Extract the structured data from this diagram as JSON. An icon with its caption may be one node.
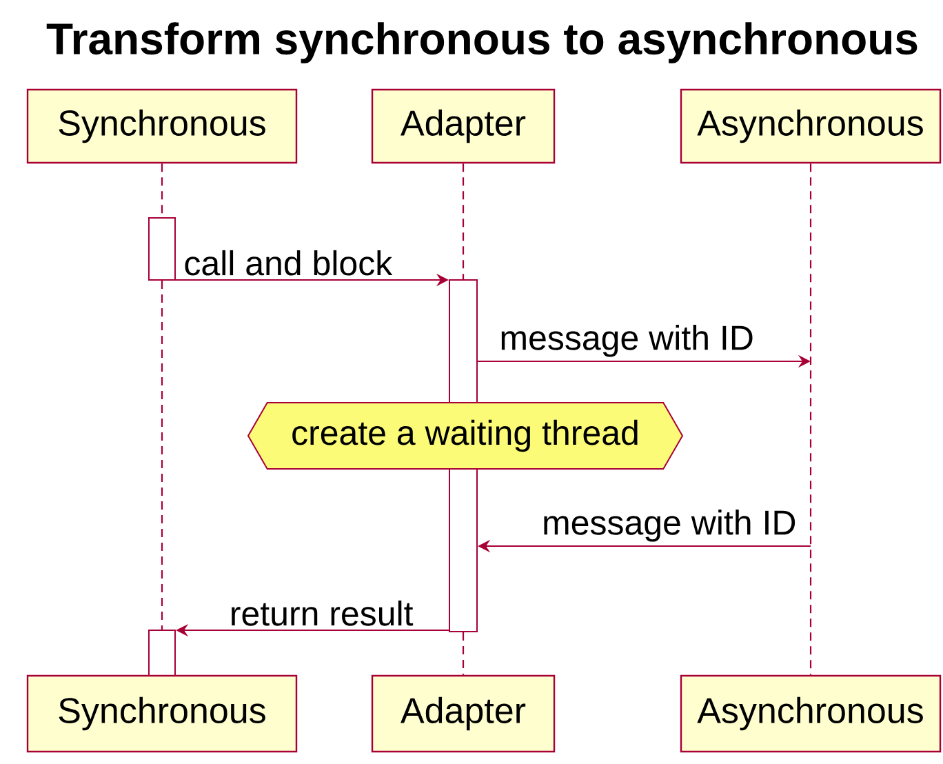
{
  "diagram": {
    "title": "Transform synchronous to asynchronous",
    "nodes": [
      {
        "text": [
          "Synchronous"
        ]
      },
      {
        "text": [
          "Adapter"
        ]
      },
      {
        "text": [
          "Asynchronous"
        ]
      },
      {
        "text": [],
        "shape": "bar"
      },
      {
        "text": [],
        "shape": "bar"
      },
      {
        "text": [
          "create a waiting thread"
        ]
      },
      {
        "text": [],
        "shape": "bar"
      },
      {
        "text": [],
        "shape": "bar"
      },
      {
        "text": [
          "Synchronous"
        ]
      },
      {
        "text": [
          "Adapter"
        ]
      },
      {
        "text": [
          "Asynchronous"
        ]
      }
    ],
    "edges": [
      {
        "from": 0,
        "to": 3,
        "arrow": "none",
        "style": "dashed"
      },
      {
        "from": 3,
        "to": 7,
        "arrow": "none",
        "style": "dashed"
      },
      {
        "from": 1,
        "to": 4,
        "arrow": "none",
        "style": "dashed"
      },
      {
        "from": 6,
        "to": 9,
        "arrow": "none",
        "style": "dashed"
      },
      {
        "from": 2,
        "to": 10,
        "arrow": "none",
        "style": "dashed"
      },
      {
        "from": 3,
        "to": 4,
        "arrow": "to",
        "label": "call and block"
      },
      {
        "from": 4,
        "to": null,
        "arrow": "to",
        "label": "message with ID"
      },
      {
        "from": null,
        "to": 6,
        "arrow": "to",
        "label": "message with ID"
      },
      {
        "from": 6,
        "to": 7,
        "arrow": "to",
        "label": "return result"
      }
    ]
  }
}
